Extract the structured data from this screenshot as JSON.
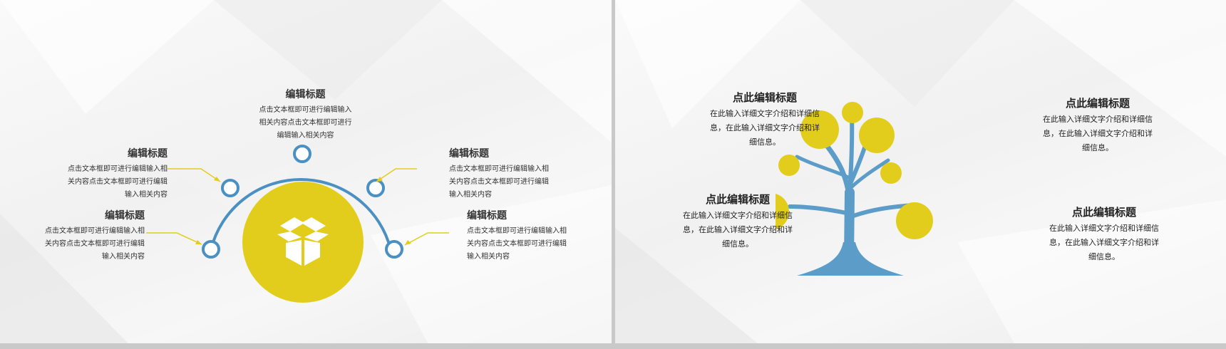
{
  "colors": {
    "accent_yellow": "#e3cd1c",
    "accent_blue": "#4a90c2",
    "trunk_blue": "#5b9cc9",
    "text": "#333333"
  },
  "left_slide": {
    "center_icon": "open-box-icon",
    "items": [
      {
        "title": "编辑标题",
        "text": [
          "点击文本框即可进行编辑输入",
          "相关内容点击文本框即可进行",
          "编辑输入相关内容"
        ]
      },
      {
        "title": "编辑标题",
        "text": [
          "点击文本框即可进行编辑输入相",
          "关内容点击文本框即可进行编辑",
          "输入相关内容"
        ]
      },
      {
        "title": "编辑标题",
        "text": [
          "点击文本框即可进行编辑输入相",
          "关内容点击文本框即可进行编辑",
          "输入相关内容"
        ]
      },
      {
        "title": "编辑标题",
        "text": [
          "点击文本框即可进行编辑输入相",
          "关内容点击文本框即可进行编辑",
          "输入相关内容"
        ]
      },
      {
        "title": "编辑标题",
        "text": [
          "点击文本框即可进行编辑输入相",
          "关内容点击文本框即可进行编辑",
          "输入相关内容"
        ]
      }
    ]
  },
  "right_slide": {
    "items": [
      {
        "title": "点此编辑标题",
        "text": [
          "在此输入详细文字介绍和详细信",
          "息，在此输入详细文字介绍和详",
          "细信息。"
        ]
      },
      {
        "title": "点此编辑标题",
        "text": [
          "在此输入详细文字介绍和详细信",
          "息，在此输入详细文字介绍和详",
          "细信息。"
        ]
      },
      {
        "title": "点此编辑标题",
        "text": [
          "在此输入详细文字介绍和详细信",
          "息，在此输入详细文字介绍和详",
          "细信息。"
        ]
      },
      {
        "title": "点此编辑标题",
        "text": [
          "在此输入详细文字介绍和详细信",
          "息，在此输入详细文字介绍和详",
          "细信息。"
        ]
      }
    ]
  }
}
